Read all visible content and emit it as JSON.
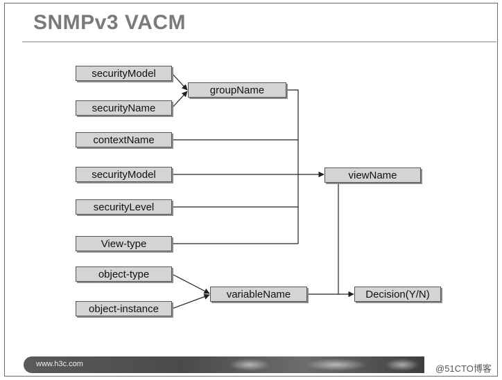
{
  "title": "SNMPv3 VACM",
  "boxes": {
    "securityModel_1": "securityModel",
    "securityName": "securityName",
    "groupName": "groupName",
    "contextName": "contextName",
    "securityModel_2": "securityModel",
    "viewName": "viewName",
    "securityLevel": "securityLevel",
    "viewType": "View-type",
    "objectType": "object-type",
    "objectInstance": "object-instance",
    "variableName": "variableName",
    "decision": "Decision(Y/N)"
  },
  "footer": {
    "url": "www.h3c.com",
    "watermark": "@51CTO博客"
  }
}
